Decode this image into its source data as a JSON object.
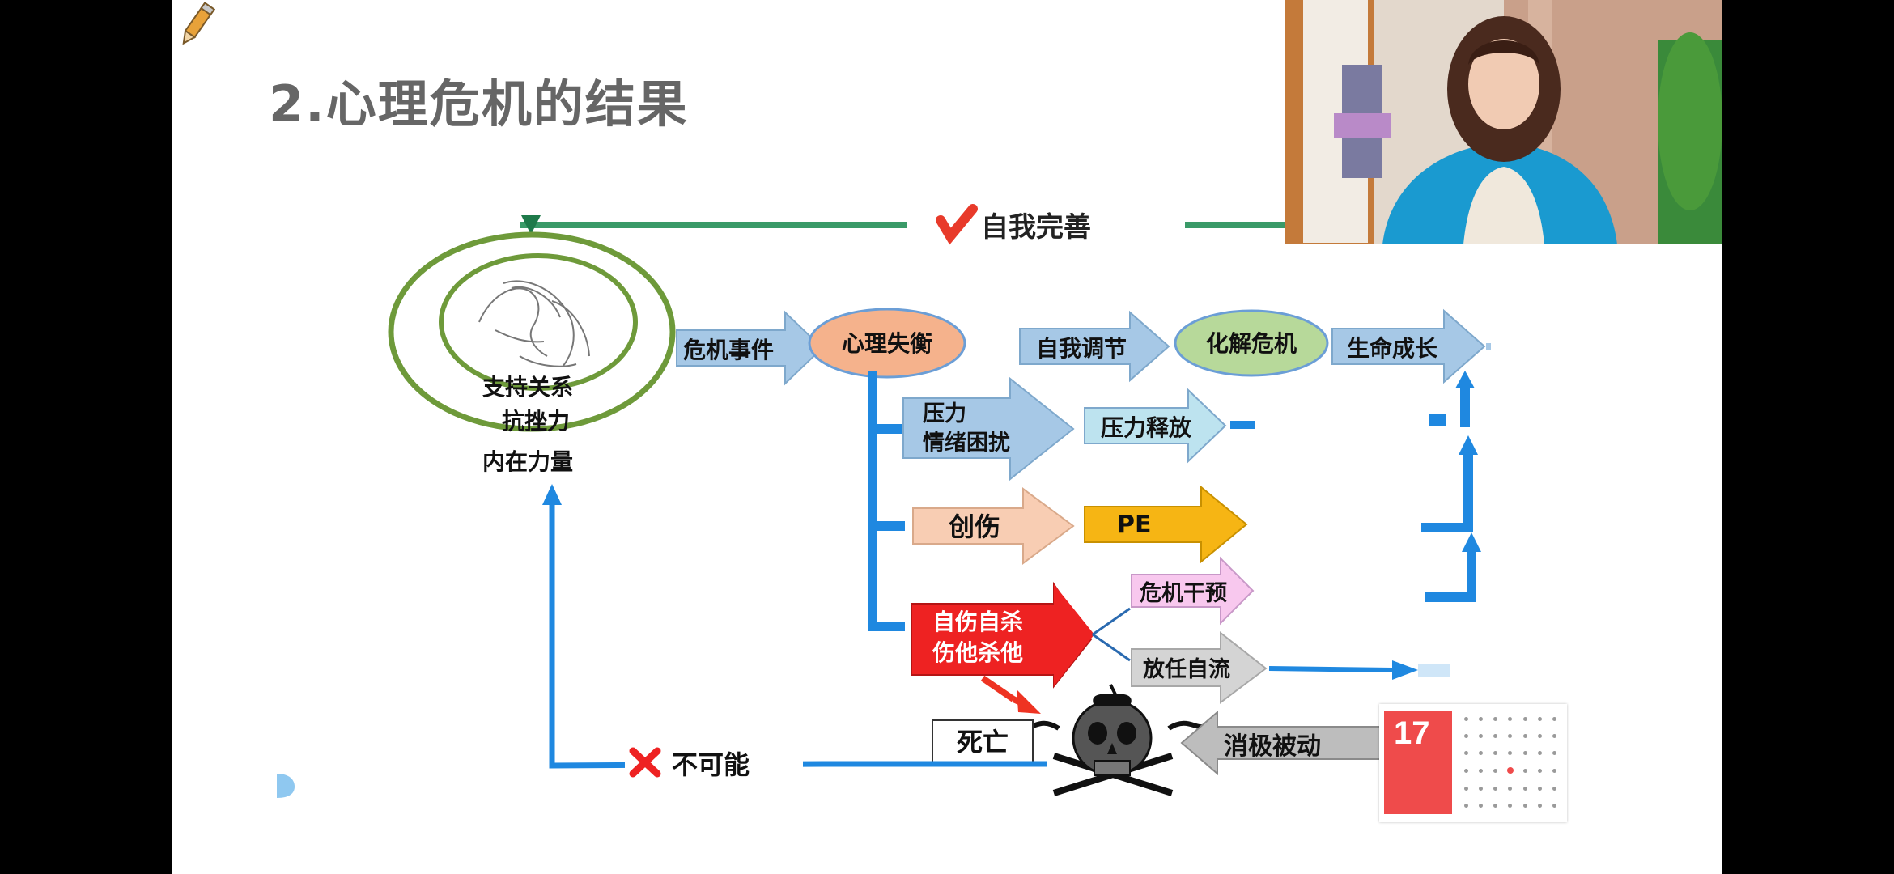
{
  "slide": {
    "title": "2.心理危机的结果"
  },
  "diagram": {
    "top_feedback": "自我完善",
    "circle_labels": [
      "支持关系",
      "抗挫力",
      "内在力量"
    ],
    "crisis_event": "危机事件",
    "imbalance": "心理失衡",
    "self_adjust": "自我调节",
    "resolve": "化解危机",
    "growth": "生命成长",
    "stress": [
      "压力",
      "情绪困扰"
    ],
    "stress_release": "压力释放",
    "trauma": "创伤",
    "pe": "PE",
    "self_harm": [
      "自伤自杀",
      "伤他杀他"
    ],
    "intervention": "危机干预",
    "drift": "放任自流",
    "death": "死亡",
    "passive": "消极被动",
    "impossible": "不可能"
  },
  "calendar": {
    "day": "17"
  },
  "colors": {
    "arrow_blue": "#a6c8e6",
    "connector_blue": "#1f88e0",
    "circle_green": "#6e9a3a",
    "oval_orange": "#f5b28c",
    "oval_green": "#b7d99a",
    "trauma_peach": "#f8cdb3",
    "pe_yellow": "#f6b514",
    "harm_red": "#ee2222",
    "intervention_pink": "#f8c8ee",
    "drift_gray": "#d4d4d4",
    "top_line_green": "#3a9a68"
  }
}
